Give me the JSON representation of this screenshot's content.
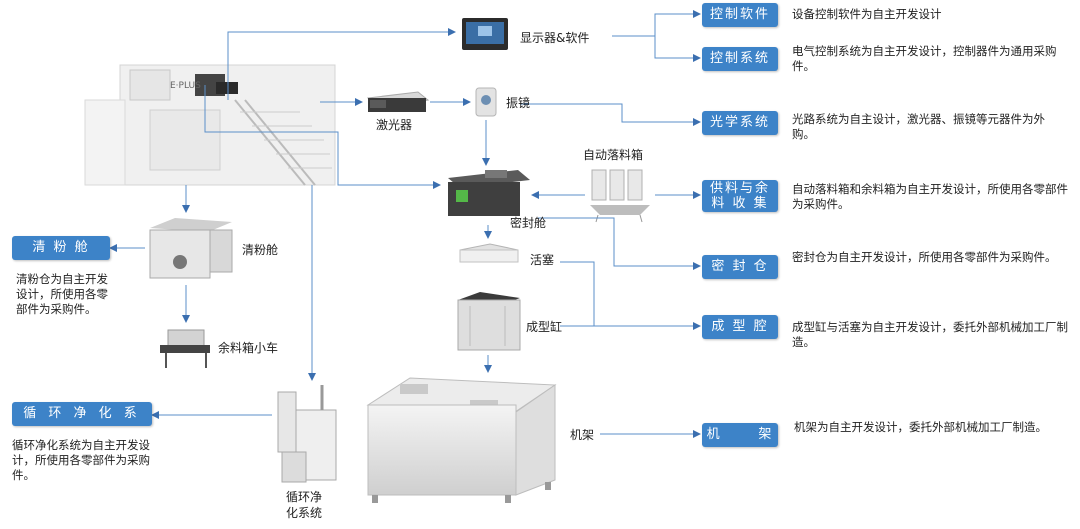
{
  "colors": {
    "box_fill": "#3d83c8",
    "box_text": "#ffffff",
    "line": "#5b8fc9",
    "arrow": "#3b6fb0"
  },
  "components": {
    "display": "显示器&软件",
    "laser": "激光器",
    "galvo": "振镜",
    "auto_drop": "自动落料箱",
    "chamber": "密封舱",
    "piston": "活塞",
    "cylinder": "成型缸",
    "frame": "机架",
    "cleaner": "清粉舱",
    "cart": "余料箱小车",
    "purifier_line1": "循环净",
    "purifier_line2": "化系统"
  },
  "boxes": {
    "control_software": "控制软件",
    "control_system": "控制系统",
    "optical_system": "光学系统",
    "supply_line1": "供料与余",
    "supply_line2": "料 收 集",
    "sealed_chamber": "密 封 仓",
    "forming_chamber": "成 型 腔",
    "frame": "机      架",
    "cleaning": "清 粉 舱",
    "circulation": "循 环 净 化 系 统"
  },
  "descriptions": {
    "control_software": "设备控制软件为自主开发设计",
    "control_system": "电气控制系统为自主开发设计，控制器件为通用采购件。",
    "optical_system": "光路系统为自主设计，激光器、振镜等元器件为外购。",
    "supply": "自动落料箱和余料箱为自主开发设计，所使用各零部件为采购件。",
    "sealed_chamber": "密封仓为自主开发设计，所使用各零部件为采购件。",
    "forming_chamber": "成型缸与活塞为自主开发设计，委托外部机械加工厂制造。",
    "frame": "机架为自主开发设计，委托外部机械加工厂制造。",
    "cleaning": "清粉仓为自主开发设计，所使用各零部件为采购件。",
    "circulation": "循环净化系统为自主开发设计，所使用各零部件为采购件。"
  }
}
